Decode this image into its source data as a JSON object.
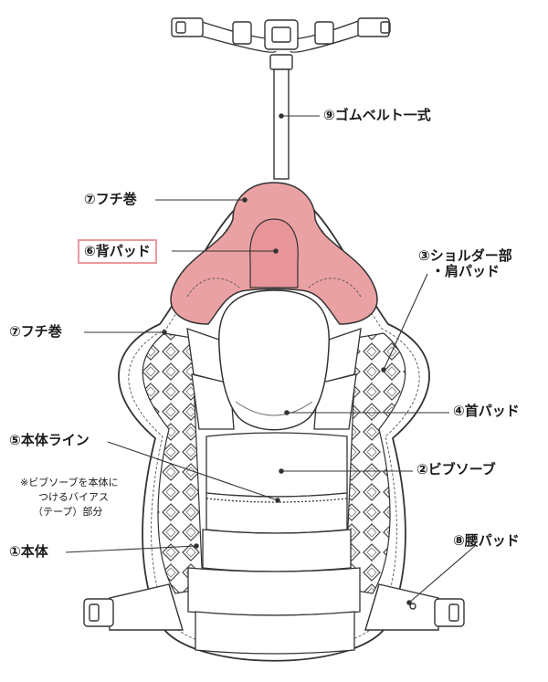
{
  "labels": {
    "rubber_belt": "⑨ゴムベルト一式",
    "edge_wrap_top": "⑦フチ巻",
    "back_pad": "⑥背パッド",
    "shoulder_pad_line1": "③ショルダー部",
    "shoulder_pad_line2": "・肩パッド",
    "edge_wrap_side": "⑦フチ巻",
    "neck_pad": "④首パッド",
    "body_line": "⑤本体ライン",
    "bias_note_line1": "※ビブソーブを本体に",
    "bias_note_line2": "つけるバイアス",
    "bias_note_line3": "（テープ）部分",
    "bib_sorb": "②ビブソーブ",
    "body": "①本体",
    "waist_pad": "⑧腰パッド"
  },
  "colors": {
    "highlight_pad": "#eaa1a3",
    "highlight_border": "#e89aa0",
    "line": "#333333"
  }
}
